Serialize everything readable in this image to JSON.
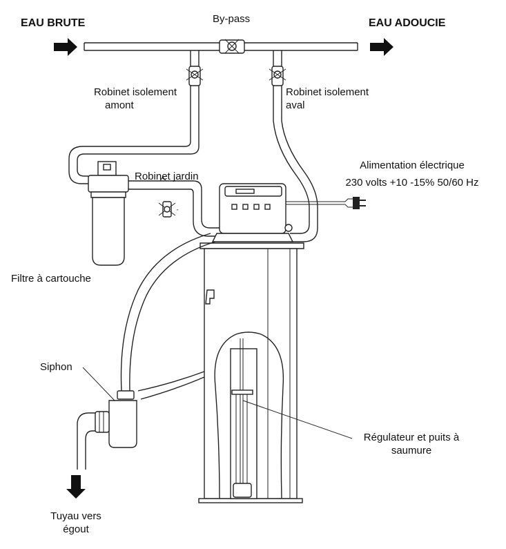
{
  "inlet": {
    "label": "EAU BRUTE"
  },
  "outlet": {
    "label": "EAU ADOUCIE"
  },
  "bypass": {
    "label": "By-pass"
  },
  "valve_upstream": {
    "line1": "Robinet isolement",
    "line2": "amont"
  },
  "valve_downstream": {
    "line1": "Robinet isolement",
    "line2": "aval"
  },
  "garden_tap": {
    "label": "Robinet jardin"
  },
  "power": {
    "line1": "Alimentation électrique",
    "line2": "230 volts +10 -15% 50/60 Hz"
  },
  "filter": {
    "label": "Filtre à cartouche"
  },
  "siphon": {
    "label": "Siphon"
  },
  "regulator": {
    "line1": "Régulateur et puits à",
    "line2": "saumure"
  },
  "drain": {
    "line1": "Tuyau vers",
    "line2": "égout"
  }
}
